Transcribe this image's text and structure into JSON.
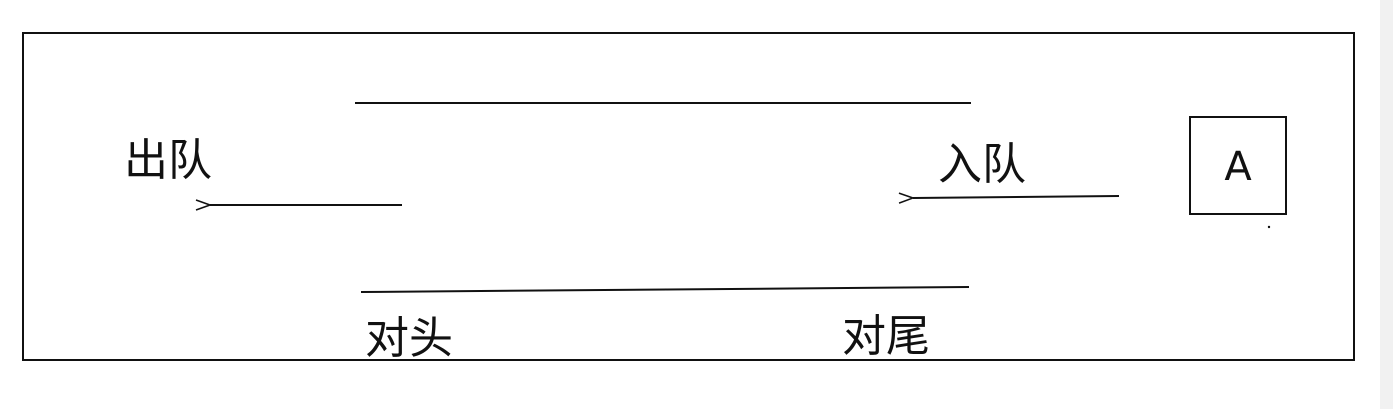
{
  "labels": {
    "dequeue": "出队",
    "enqueue": "入队",
    "head": "对头",
    "tail": "对尾",
    "element": "A"
  },
  "colors": {
    "stroke": "#111111",
    "background": "#ffffff",
    "scroll_strip": "#f1f1f1"
  }
}
